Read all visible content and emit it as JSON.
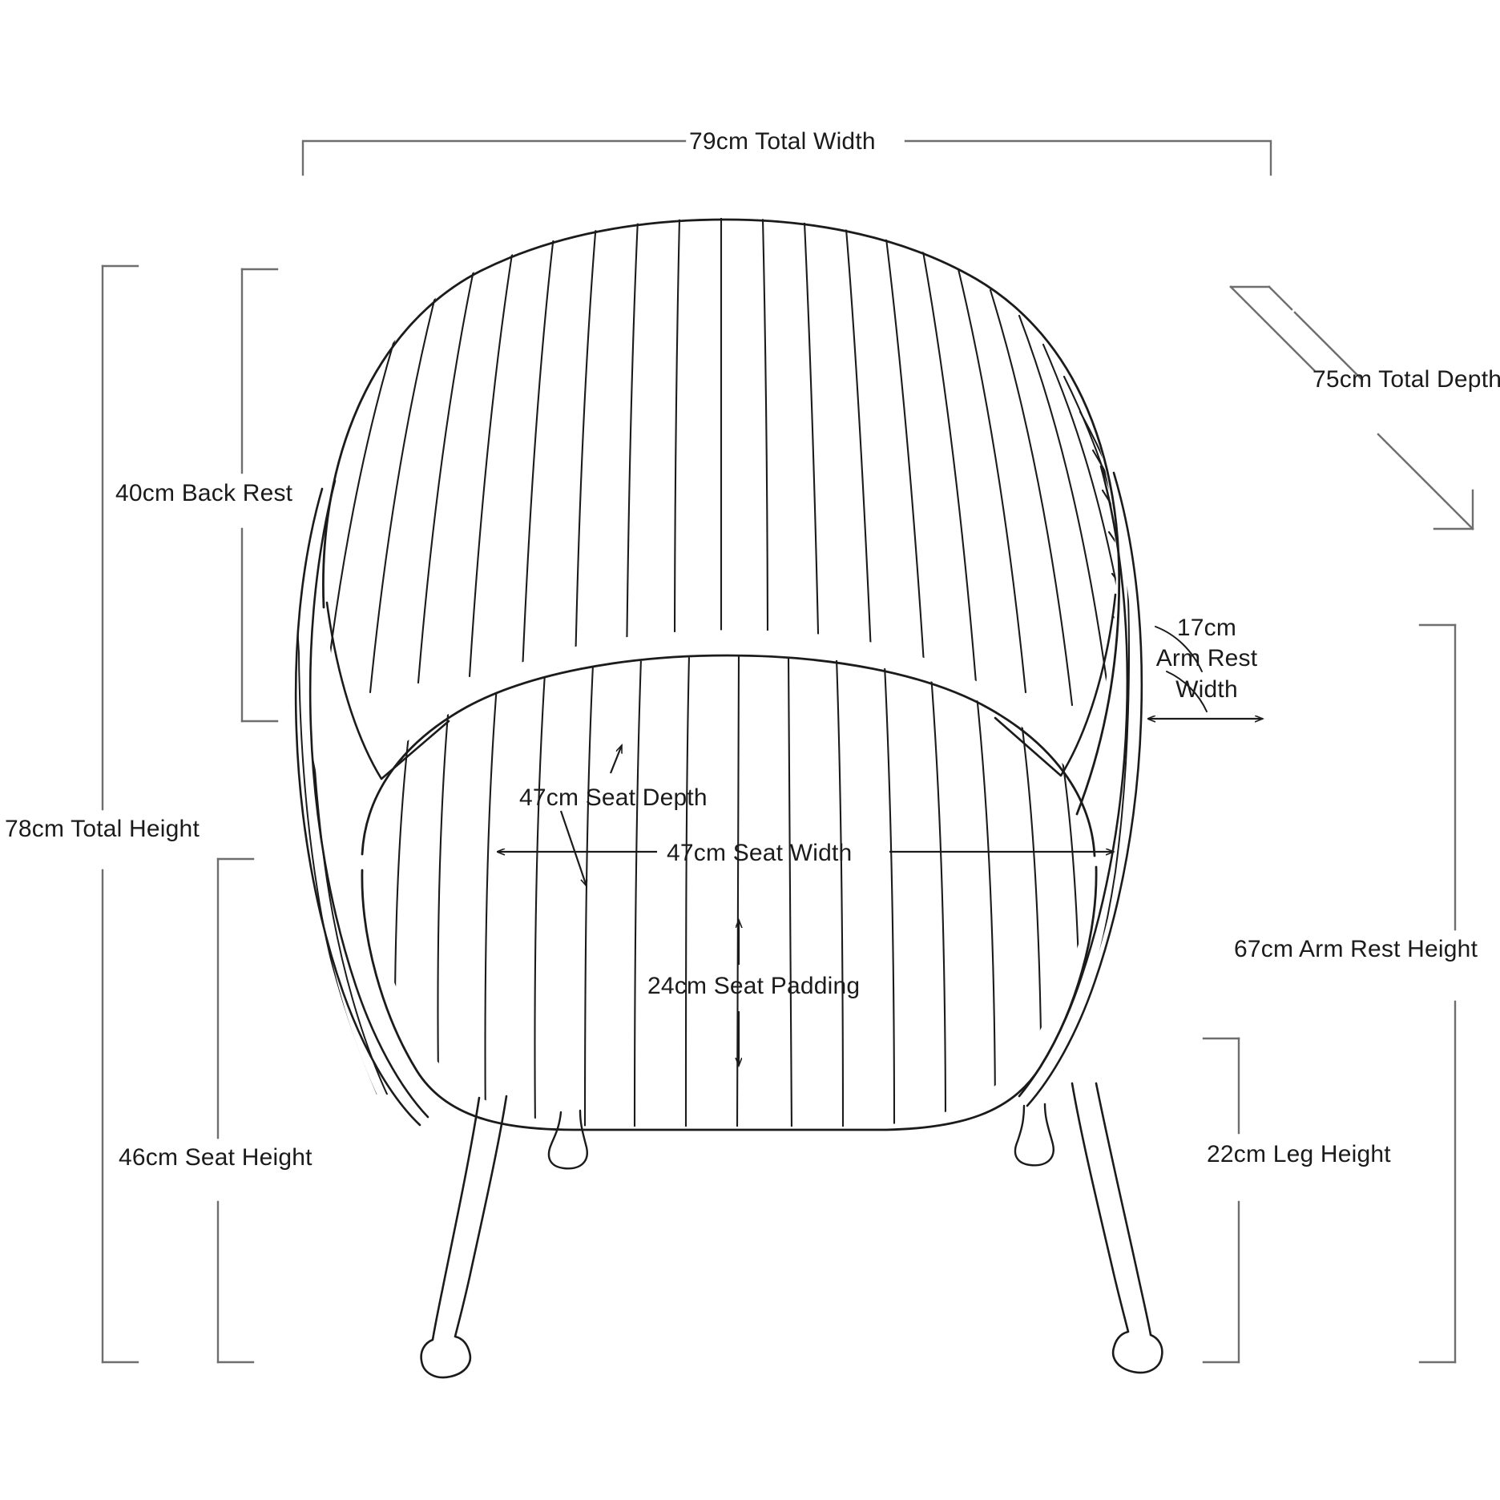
{
  "drawing": {
    "title": "Armchair dimension diagram",
    "subject": "fluted tub armchair, front elevation",
    "line_color": "#1b1b1b",
    "dimension_line_color": "#6e6e6e",
    "background": "#ffffff",
    "units": "cm"
  },
  "dimensions": {
    "total_width": "79cm Total Width",
    "total_depth": "75cm Total Depth",
    "total_height": "78cm Total Height",
    "back_rest": "40cm Back Rest",
    "seat_height": "46cm Seat Height",
    "arm_rest_width_value": "17cm",
    "arm_rest_width_line1": "Arm Rest",
    "arm_rest_width_line2": "Width",
    "arm_rest_height": "67cm Arm Rest Height",
    "seat_depth": "47cm Seat Depth",
    "seat_width": "47cm Seat Width",
    "seat_padding": "24cm Seat Padding",
    "leg_height": "22cm Leg Height"
  },
  "measurements": [
    {
      "label": "79cm Total Width",
      "value": 79,
      "unit": "cm",
      "part": "Total Width"
    },
    {
      "label": "75cm Total Depth",
      "value": 75,
      "unit": "cm",
      "part": "Total Depth"
    },
    {
      "label": "78cm Total Height",
      "value": 78,
      "unit": "cm",
      "part": "Total Height"
    },
    {
      "label": "40cm Back Rest",
      "value": 40,
      "unit": "cm",
      "part": "Back Rest"
    },
    {
      "label": "46cm Seat Height",
      "value": 46,
      "unit": "cm",
      "part": "Seat Height"
    },
    {
      "label": "17cm Arm Rest Width",
      "value": 17,
      "unit": "cm",
      "part": "Arm Rest Width"
    },
    {
      "label": "67cm Arm Rest Height",
      "value": 67,
      "unit": "cm",
      "part": "Arm Rest Height"
    },
    {
      "label": "47cm Seat Depth",
      "value": 47,
      "unit": "cm",
      "part": "Seat Depth"
    },
    {
      "label": "47cm Seat Width",
      "value": 47,
      "unit": "cm",
      "part": "Seat Width"
    },
    {
      "label": "24cm Seat Padding",
      "value": 24,
      "unit": "cm",
      "part": "Seat Padding"
    },
    {
      "label": "22cm Leg Height",
      "value": 22,
      "unit": "cm",
      "part": "Leg Height"
    }
  ]
}
